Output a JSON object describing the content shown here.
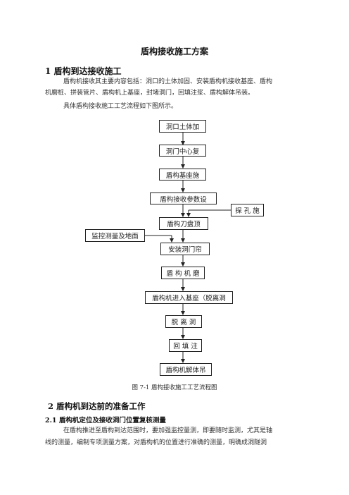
{
  "document": {
    "title": "盾构接收施工方案",
    "section1": {
      "heading": "1 盾构到达接收施工",
      "para1_line1": "盾构机接收其主要内容包括：洞口的土体加固、安装盾构机接收基座、盾构",
      "para1_line2": "机磨桩、拼装管片、盾构机上基座，封堵洞门，回填注浆、盾构解体吊装。",
      "para2": "具体盾构接收施工工艺流程如下图所示。"
    },
    "flowchart": {
      "steps": [
        "洞口土体加",
        "洞门中心复",
        "盾构基座施",
        "盾构接收参数设",
        "盾构刀盘顶",
        "安装洞门帘",
        "盾 构 机 磨",
        "盾构机进入基座（脱离洞",
        "脱 离 洞",
        "回 填 注",
        "盾构机解体吊"
      ],
      "side_right": "探 孔 施",
      "side_left": "监控测量及地面",
      "caption": "图 7-1 盾构接收施工工艺流程图"
    },
    "section2": {
      "heading": "2  盾构机到达前的准备工作",
      "sub1_heading": "2.1 盾构机定位及接收洞门位置复核测量",
      "para1_line1": "在盾构推进至盾构到达范围时，要加强监控量测，即要随时监测，尤其是轴",
      "para1_line2": "线的测量，编制专项测量方案，对盾构机的位置进行准确的测量，明确成洞隧洞"
    }
  }
}
